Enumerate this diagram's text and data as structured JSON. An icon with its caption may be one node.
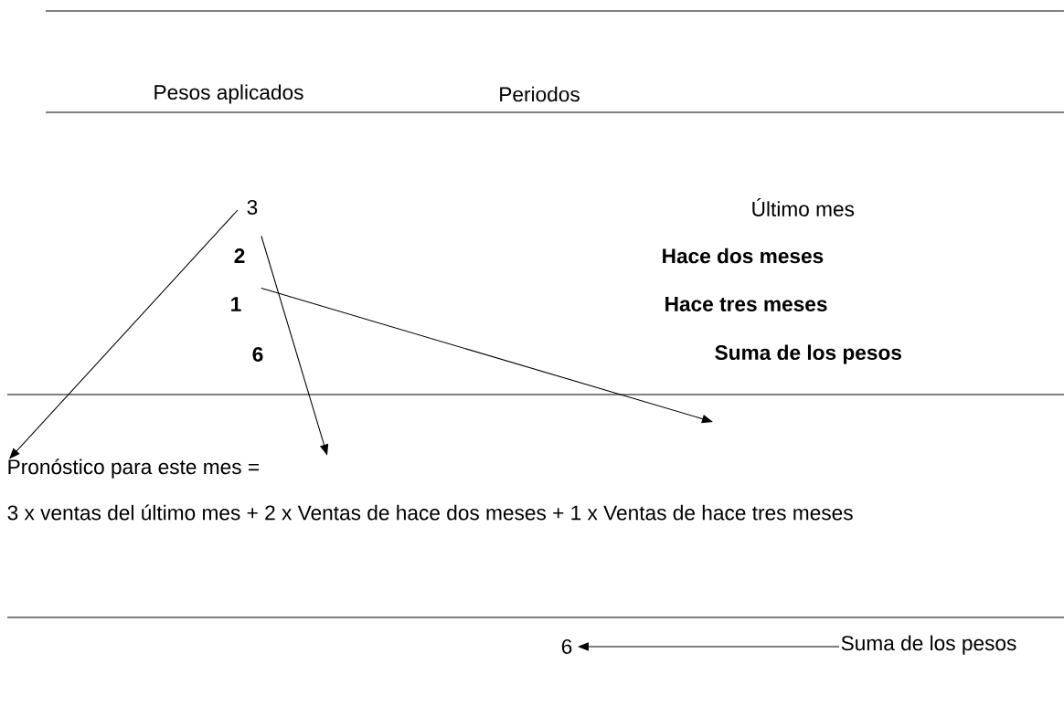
{
  "diagram": {
    "nodes": [
      {
        "text": [
          "3"
        ]
      },
      {
        "text": [
          "2"
        ]
      },
      {
        "text": [
          "1"
        ]
      },
      {
        "text": [
          "Pronóstico para este mes ="
        ]
      },
      {
        "text": [
          "6"
        ]
      },
      {
        "text": [
          "Suma de los pesos"
        ]
      }
    ],
    "edges": [
      {
        "from": 0,
        "to": 3,
        "arrow": "to"
      },
      {
        "from": 1,
        "to": 3,
        "arrow": "to"
      },
      {
        "from": 2,
        "to": null,
        "arrow": "to"
      },
      {
        "from": 5,
        "to": 4,
        "arrow": "to"
      }
    ],
    "labels": [
      "Pesos aplicados",
      "Periodos",
      "Último mes",
      "Hace dos meses",
      "Hace tres meses",
      "6",
      "Suma de los pesos",
      "3 x ventas del último mes + 2 x Ventas de hace dos meses + 1 x Ventas de hace tres meses"
    ]
  }
}
